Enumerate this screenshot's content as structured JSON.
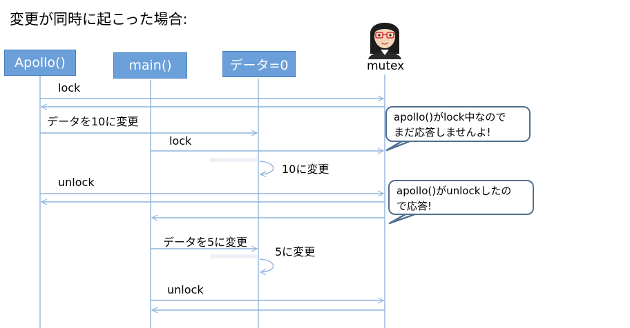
{
  "title": "変更が同時に起こった場合:",
  "actors": {
    "apollo": "Apollo()",
    "main": "main()",
    "data": "データ=0",
    "mutex": "mutex"
  },
  "messages": {
    "lock1": "lock",
    "set10": "データを10に変更",
    "lock2": "lock",
    "changed10": "10に変更",
    "unlock1": "unlock",
    "set5": "データを5に変更",
    "changed5": "5に変更",
    "unlock2": "unlock"
  },
  "bubbles": {
    "busy_line1": "apollo()がlock中なので",
    "busy_line2": "まだ応答しませんよ!",
    "ok_line1": "apollo()がunlockしたの",
    "ok_line2": "で応答!"
  },
  "colors": {
    "lifeline": "#8fb4dc",
    "actor_fill": "#6b9fd9",
    "bubble_border": "#4f6f8f"
  }
}
